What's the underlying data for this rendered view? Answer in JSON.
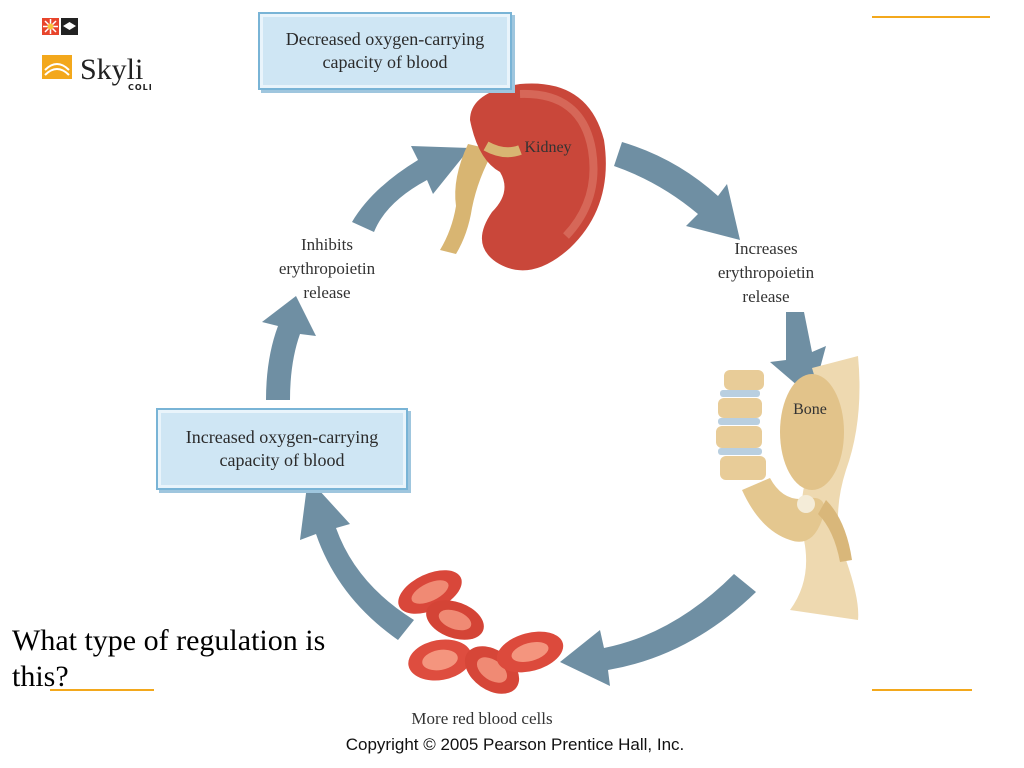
{
  "logo": {
    "name": "Skyli",
    "sub": "COLI"
  },
  "boxes": {
    "top": "Decreased oxygen-carrying capacity of blood",
    "left": "Increased oxygen-carrying capacity of blood"
  },
  "labels": {
    "kidney": "Kidney",
    "bone": "Bone",
    "increases": "Increases erythropoietin release",
    "inhibits": "Inhibits erythropoietin release",
    "rbc": "More red blood cells"
  },
  "question": "What type of regulation is this?",
  "copyright": "Copyright © 2005 Pearson Prentice Hall, Inc.",
  "colors": {
    "accent": "#f3a81c",
    "arrow": "#6f8fa3",
    "box_fill": "#cfe6f4",
    "kidney": "#c9473a",
    "rbc": "#e0503f",
    "bone": "#e8cc98"
  }
}
